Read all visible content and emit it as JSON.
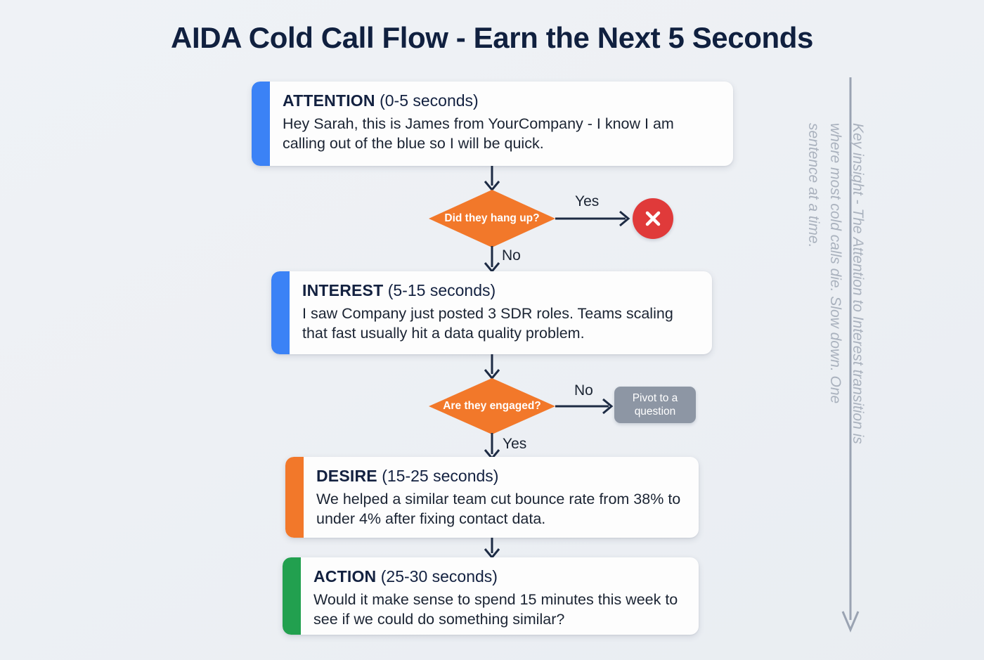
{
  "title": "AIDA Cold Call Flow - Earn the Next 5 Seconds",
  "colors": {
    "background": "#eef1f5",
    "title": "#10203f",
    "attention_accent": "#3b82f6",
    "interest_accent": "#3b82f6",
    "desire_accent": "#f2782a",
    "action_accent": "#22a04f",
    "decision": "#f2782a",
    "end_call": "#e03a3a",
    "pivot": "#8d96a4",
    "connector": "#1d2b44",
    "insight": "#aab2be"
  },
  "stages": {
    "attention": {
      "name": "ATTENTION",
      "timing": " (0-5 seconds)",
      "script": "Hey Sarah, this is James from YourCompany - I know I am calling out of the blue so I will be quick."
    },
    "interest": {
      "name": "INTEREST",
      "timing": " (5-15 seconds)",
      "script": "I saw Company just posted 3 SDR roles. Teams scaling that fast usually hit a data quality problem."
    },
    "desire": {
      "name": "DESIRE",
      "timing": " (15-25 seconds)",
      "script": "We helped a similar team cut bounce rate from 38% to under 4% after fixing contact data."
    },
    "action": {
      "name": "ACTION",
      "timing": " (25-30 seconds)",
      "script": "Would it make sense to spend 15 minutes this week to see if we could do something similar?"
    }
  },
  "decisions": {
    "hang_up": {
      "question": "Did they hang up?",
      "yes_label": "Yes",
      "no_label": "No"
    },
    "engaged": {
      "question": "Are they engaged?",
      "no_label": "No",
      "yes_label": "Yes"
    }
  },
  "terminals": {
    "end_call": {
      "icon": "x-icon"
    },
    "pivot": {
      "label": "Pivot to a question"
    }
  },
  "insight": {
    "text": "Key insight - The Attention to Interest transition is where most cold calls die.  Slow down.  One sentence at a time."
  }
}
